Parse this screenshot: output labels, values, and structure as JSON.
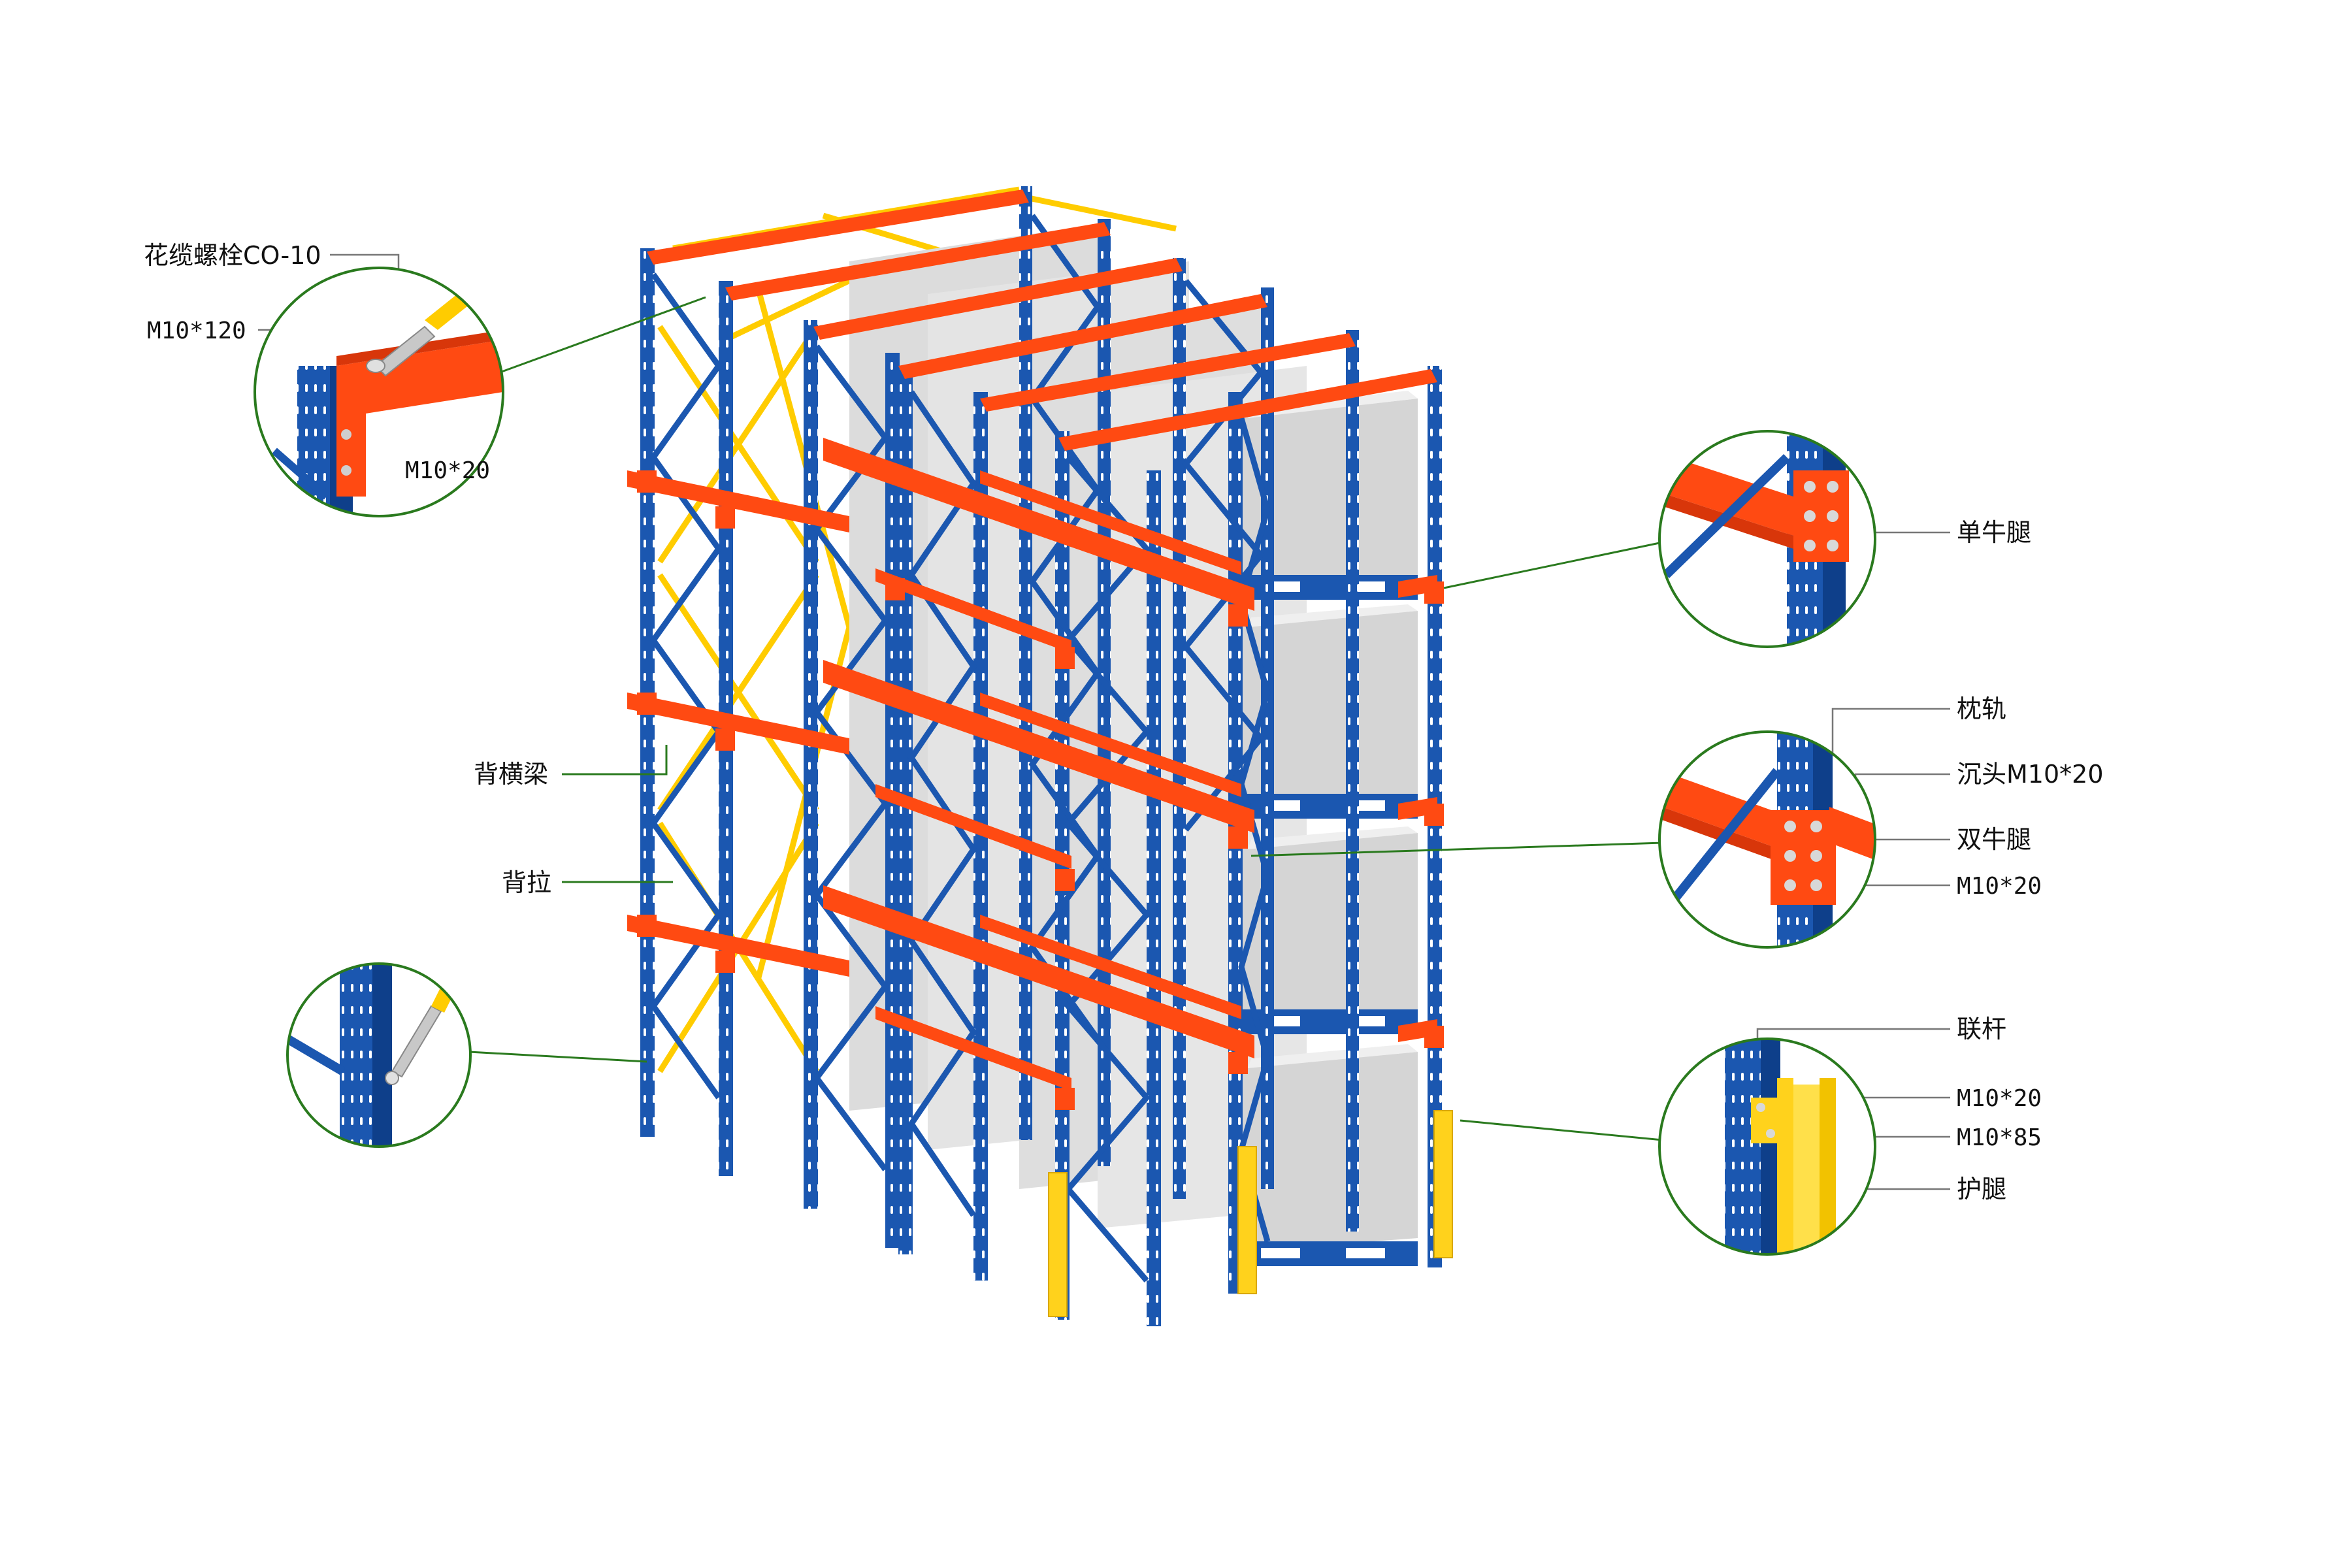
{
  "colors": {
    "upright_blue": "#1b57b0",
    "upright_blue_dark": "#0e3f8a",
    "beam_orange": "#ff4a12",
    "beam_orange_dark": "#d8360a",
    "brace_yellow": "#ffcc00",
    "guard_yellow": "#ffd21c",
    "pallet_gray": "#e2e2e2",
    "pallet_gray_dark": "#c7c7c7",
    "callout_green": "#2a7a1e",
    "leader_gray": "#666666"
  },
  "labels": {
    "turnbuckle": "花缆螺栓CO-10",
    "bolt_m10x120": "M10*120",
    "bolt_m10x20_top": "M10*20",
    "back_beam": "背横梁",
    "back_brace": "背拉",
    "single_bracket": "单牛腿",
    "rail": "枕轨",
    "countersunk_bolt": "沉头M10*20",
    "double_bracket": "双牛腿",
    "bolt_m10x20_mid": "M10*20",
    "tie_bar": "联杆",
    "bolt_m10x20_bottom": "M10*20",
    "bolt_m10x85": "M10*85",
    "leg_guard": "护腿"
  },
  "icons": {
    "turnbuckle": "turnbuckle-icon",
    "bracket": "bracket-icon",
    "bolt": "bolt-icon",
    "guard": "leg-guard-icon"
  }
}
